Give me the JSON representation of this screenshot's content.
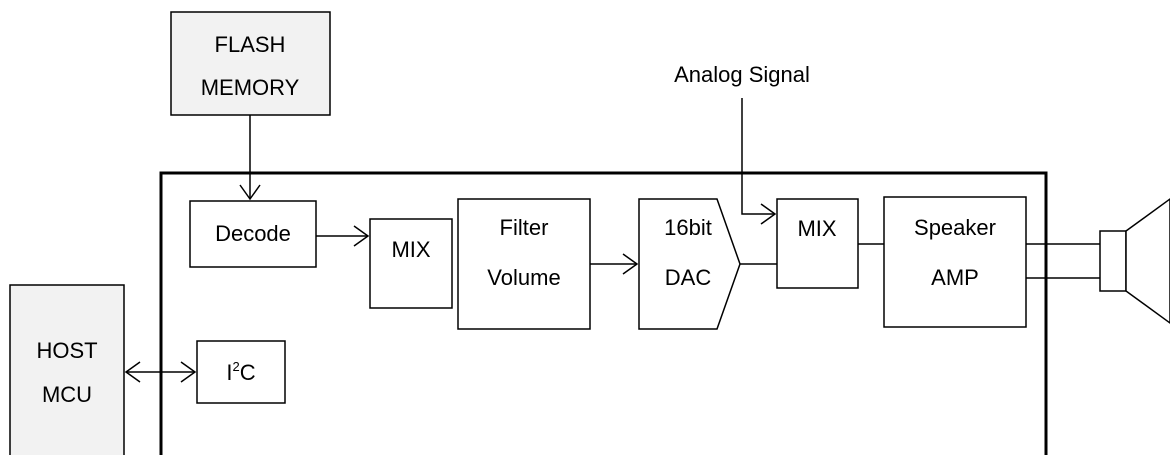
{
  "blocks": {
    "flash": {
      "line1": "FLASH",
      "line2": "MEMORY"
    },
    "host": {
      "line1": "HOST",
      "line2": "MCU"
    },
    "decode": {
      "label": "Decode"
    },
    "mix1": {
      "label": "MIX"
    },
    "filter": {
      "line1": "Filter",
      "line2": "Volume"
    },
    "dac": {
      "line1": "16bit",
      "line2": "DAC"
    },
    "mix2": {
      "label": "MIX"
    },
    "amp": {
      "line1": "Speaker",
      "line2": "AMP"
    },
    "i2c": {
      "prefix": "I",
      "sup": "2",
      "suffix": "C"
    }
  },
  "signals": {
    "analog": "Analog Signal"
  }
}
